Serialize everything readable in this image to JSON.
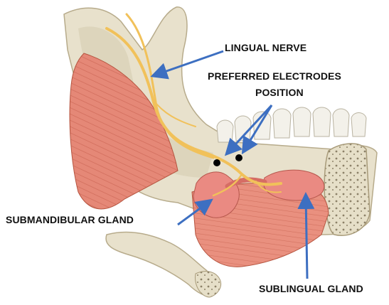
{
  "labels": {
    "lingual_nerve": "LINGUAL NERVE",
    "preferred_line1": "PREFERRED ELECTRODES",
    "preferred_line2": "POSITION",
    "submandibular_gland": "SUBMANDIBULAR GLAND",
    "sublingual_gland": "SUBLINGUAL GLAND"
  },
  "colors": {
    "bone": "#e8e1cc",
    "bone_shadow": "#c9bfa2",
    "muscle": "#e58877",
    "muscle_stripe": "#c9604f",
    "gland": "#e9867e",
    "nerve": "#f1c15a",
    "arrow": "#3d6fc1",
    "electrode": "#000000",
    "tooth": "#f3f1ea"
  }
}
